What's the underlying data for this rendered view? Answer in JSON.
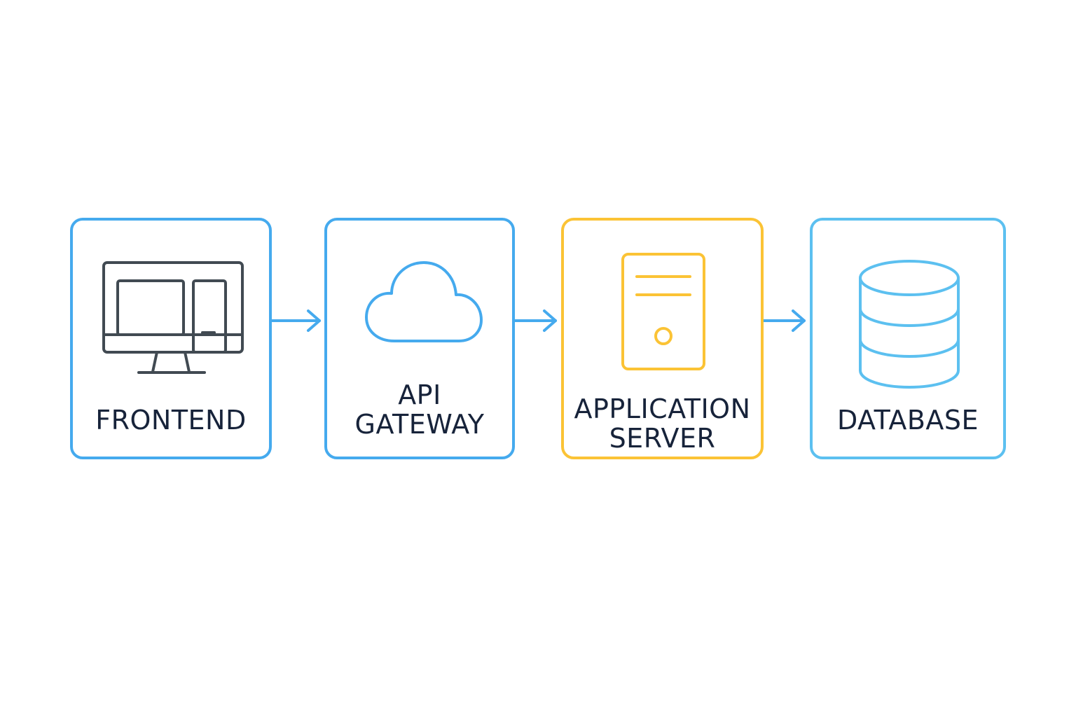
{
  "diagram": {
    "nodes": [
      {
        "id": "frontend",
        "lines": [
          "FRONTEND"
        ],
        "icon": "monitor-icon",
        "color": "#45aaee"
      },
      {
        "id": "gateway",
        "lines": [
          "API",
          "GATEWAY"
        ],
        "icon": "cloud-icon",
        "color": "#45aaee"
      },
      {
        "id": "server",
        "lines": [
          "APPLICATION",
          "SERVER"
        ],
        "icon": "server-icon",
        "color": "#fbc335"
      },
      {
        "id": "database",
        "lines": [
          "DATABASE"
        ],
        "icon": "database-icon",
        "color": "#5cc0f0"
      }
    ],
    "edges": [
      {
        "from": "frontend",
        "to": "gateway"
      },
      {
        "from": "gateway",
        "to": "server"
      },
      {
        "from": "server",
        "to": "database"
      }
    ],
    "icon_stroke_dark": "#414a52",
    "text_color": "#17233a"
  }
}
